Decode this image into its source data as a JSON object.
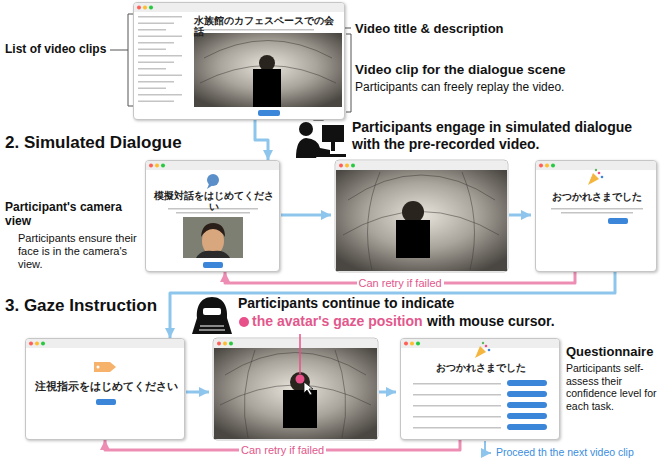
{
  "diagram": {
    "nodes": [
      {
        "text": [
          "水族館のカフェスペースでの会話"
        ]
      },
      {
        "text": [
          "模擬対話をはじめてください"
        ]
      },
      {
        "text": [
          "おつかれさまでした"
        ]
      },
      {
        "text": [
          "注視指示をはじめてください"
        ]
      },
      {
        "text": [
          "おつかれさまでした"
        ]
      }
    ],
    "edges": [
      {
        "from": 0,
        "to": 1,
        "arrow": "to"
      },
      {
        "from": 2,
        "to": 1,
        "label": "Can retry if failed",
        "arrow": "to"
      },
      {
        "from": 2,
        "to": 3,
        "arrow": "to"
      },
      {
        "from": 4,
        "to": 3,
        "label": "Can retry if failed",
        "arrow": "to"
      }
    ],
    "labels": [
      "List of video clips",
      "Video title & description",
      "Video clip for the dialogue scene",
      "Participants can freely replay the video.",
      "2. Simulated Dialogue",
      "Participants engage in simulated dialogue with the pre-recorded video.",
      "Participant's camera view",
      "Participants ensure their face is in the camera's view.",
      "3. Gaze Instruction",
      "Participants continue to indicate",
      "the avatar's gaze position",
      "with mouse cursor.",
      "Questionnaire",
      "Participants self-assess their confidence level for each task.",
      "Proceed th the next video clip"
    ]
  }
}
